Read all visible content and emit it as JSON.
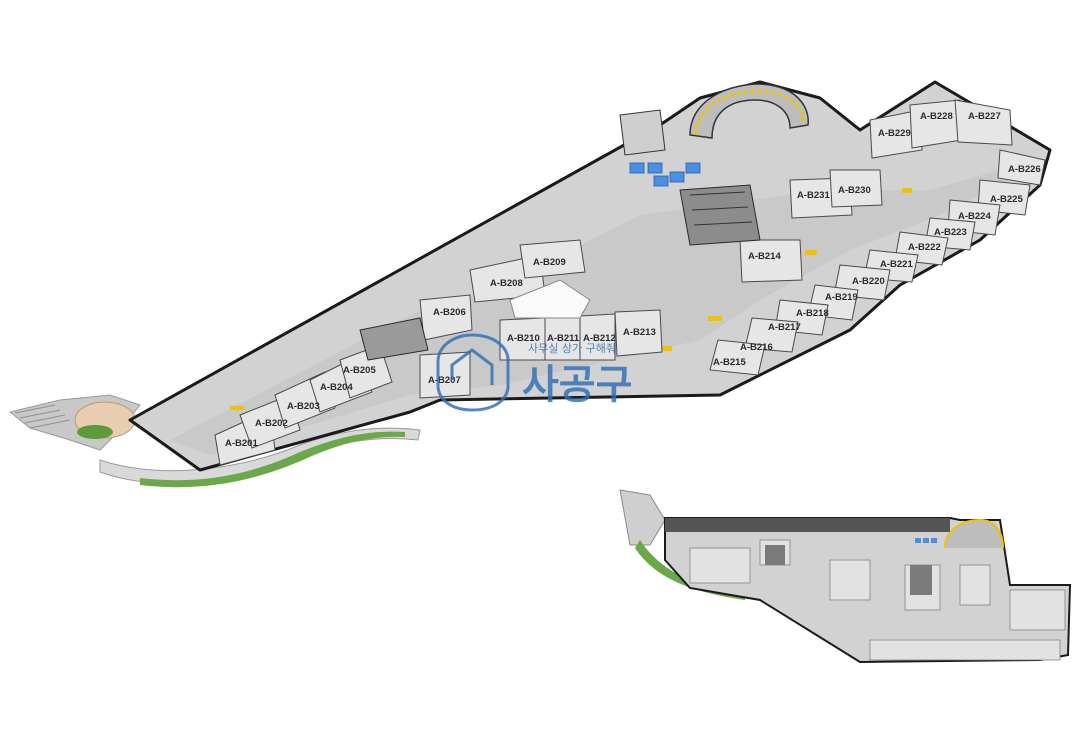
{
  "map": {
    "units": [
      "A-B201",
      "A-B202",
      "A-B203",
      "A-B204",
      "A-B205",
      "A-B206",
      "A-B207",
      "A-B208",
      "A-B209",
      "A-B210",
      "A-B211",
      "A-B212",
      "A-B213",
      "A-B214",
      "A-B215",
      "A-B216",
      "A-B217",
      "A-B218",
      "A-B219",
      "A-B220",
      "A-B221",
      "A-B222",
      "A-B223",
      "A-B224",
      "A-B225",
      "A-B226",
      "A-B227",
      "A-B228",
      "A-B229",
      "A-B230",
      "A-B231"
    ],
    "watermark": {
      "text": "사공구",
      "subtitle": "사무실 상가 구해줘"
    },
    "colors": {
      "floor": "#d2d2d2",
      "wall": "#1a1a1a",
      "room": "#e6e6e6",
      "parking": "#4a90e2",
      "accent_yellow": "#f2c200",
      "greenery": "#5c9a3c",
      "watermark_blue": "#2f6fb5"
    }
  }
}
